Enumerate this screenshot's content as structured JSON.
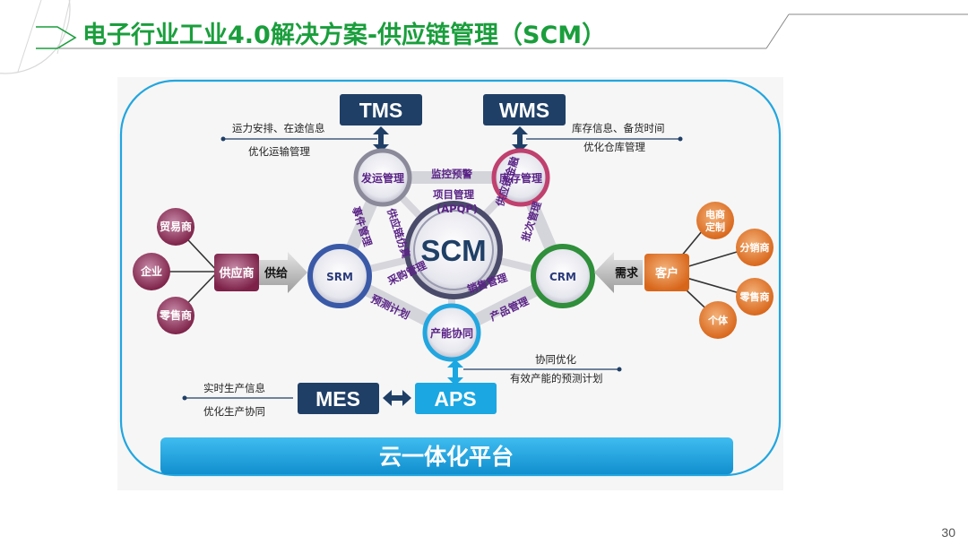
{
  "slide": {
    "title": "电子行业工业4.0解决方案-供应链管理（SCM）",
    "page_number": "30"
  },
  "diagram": {
    "center": "SCM",
    "top_boxes": [
      {
        "id": "tms",
        "label": "TMS",
        "notes": [
          "运力安排、在途信息",
          "优化运输管理"
        ]
      },
      {
        "id": "wms",
        "label": "WMS",
        "notes": [
          "库存信息、备货时间",
          "优化仓库管理"
        ]
      }
    ],
    "nodes": {
      "fayun": "发运管理",
      "kucun": "库存管理",
      "srm": "SRM",
      "crm": "CRM",
      "channeng": "产能协同"
    },
    "edge_labels": {
      "jiankong": "监控预警",
      "xiangmu": "项目管理",
      "apqp": "(APQP)",
      "shijian": "事件管理",
      "gongyinglian_fangzhen": "供应链仿真",
      "gongyinglian_jinrong": "供应链金融",
      "pici": "批次管理",
      "caigou": "采购管理",
      "xiaoshou": "销售管理",
      "yuce": "预测计划",
      "chanpin": "产品管理"
    },
    "supplier": {
      "label": "供应商",
      "flow": "供给",
      "sources": [
        "贸易商",
        "企业",
        "零售商"
      ]
    },
    "customer": {
      "label": "客户",
      "flow": "需求",
      "targets": [
        "电商定制",
        "分销商",
        "零售商",
        "个体"
      ]
    },
    "bottom": {
      "mes": "MES",
      "aps": "APS",
      "mes_notes": [
        "实时生产信息",
        "优化生产协同"
      ],
      "aps_notes": [
        "协同优化",
        "有效产能的预测计划"
      ]
    },
    "platform": "云一体化平台"
  },
  "colors": {
    "title_green": "#1a9e3c",
    "navy_box": "#1f3f66",
    "aps_blue": "#1aa7e2",
    "platform_blue": "#19a3df",
    "purple": "#5a2386",
    "supplier_maroon": "#8b2a52",
    "customer_orange": "#e2741f"
  }
}
